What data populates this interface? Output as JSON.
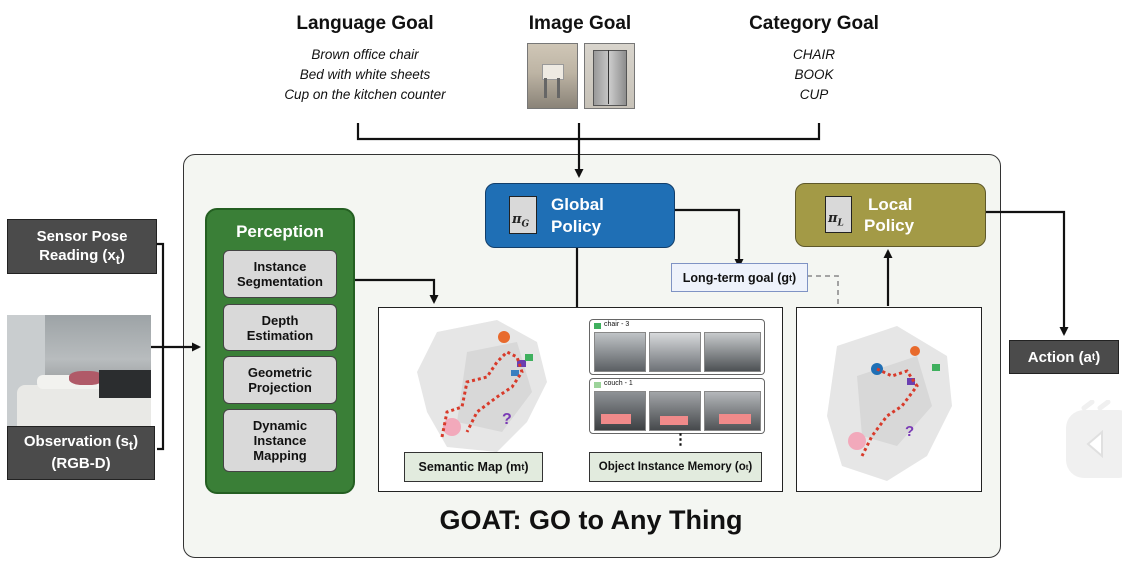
{
  "goals": {
    "language": {
      "title": "Language Goal",
      "items": [
        "Brown office chair",
        "Bed with white sheets",
        "Cup on the kitchen counter"
      ]
    },
    "image": {
      "title": "Image Goal"
    },
    "category": {
      "title": "Category Goal",
      "items": [
        "CHAIR",
        "BOOK",
        "CUP"
      ]
    }
  },
  "inputs": {
    "sensor_pose": {
      "line1": "Sensor Pose",
      "line2": "Reading (x",
      "sub": "t",
      "close": ")"
    },
    "observation": {
      "line1": "Observation (s",
      "sub": "t",
      "close": ")",
      "line2": "(RGB-D)"
    }
  },
  "perception": {
    "title": "Perception",
    "modules": [
      [
        "Instance",
        "Segmentation"
      ],
      [
        "Depth",
        "Estimation"
      ],
      [
        "Geometric",
        "Projection"
      ],
      [
        "Dynamic",
        "Instance",
        "Mapping"
      ]
    ]
  },
  "global_policy": {
    "line1": "Global",
    "line2": "Policy",
    "symbol": "π",
    "sub": "G"
  },
  "local_policy": {
    "line1": "Local",
    "line2": "Policy",
    "symbol": "π",
    "sub": "L"
  },
  "long_term_goal": {
    "text": "Long-term goal (g",
    "sub": "t",
    "close": ")"
  },
  "semantic_map": {
    "text": "Semantic Map (m",
    "sub": "t",
    "close": ")"
  },
  "object_memory": {
    "text": "Object Instance Memory (o",
    "sub": "t",
    "close": ")",
    "rows": [
      {
        "label": "chair - 3"
      },
      {
        "label": "couch - 1"
      }
    ],
    "ellipsis": "⋮"
  },
  "action": {
    "text": "Action (a",
    "sub": "t",
    "close": ")"
  },
  "main_title": "GOAT: GO to Any Thing",
  "colors": {
    "perception": "#3a7f37",
    "global_policy": "#1f6fb5",
    "local_policy": "#a39a46",
    "label_bg": "#e2ebde"
  }
}
